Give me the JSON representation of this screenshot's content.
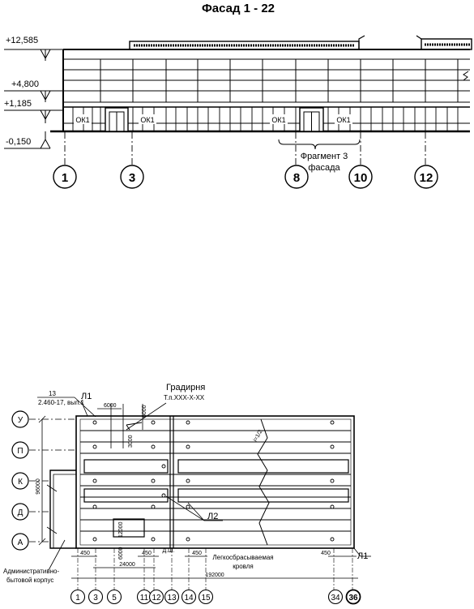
{
  "facade": {
    "title": "Фасад 1 - 22",
    "levels": [
      "+12,585",
      "+4,800",
      "+1,185",
      "-0,150"
    ],
    "window_tag": "ОК1",
    "fragment_label_line1": "Фрагмент 3",
    "fragment_label_line2": "фасада",
    "axes": [
      "1",
      "3",
      "8",
      "10",
      "12"
    ]
  },
  "plan": {
    "note_13": "13",
    "note_doc": "2.460-17, вып.1",
    "l1_top": "Л1",
    "tower_title": "Градирня",
    "tower_code": "Т.п.ХХХ-Х-ХХ",
    "dim_6000_a": "6000",
    "dim_6000_b": "6000",
    "dim_3000": "3000",
    "dim_96000": "96000",
    "dim_12000": "12000",
    "dim_6000_c": "6000",
    "dim_450_a": "450",
    "dim_450_b": "450",
    "dim_450_c": "450",
    "dim_450_d": "450",
    "dim_24000": "24000",
    "dim_192000": "192000",
    "dsh": "Д.Ш.",
    "slope": "i=1/2",
    "l2": "Л2",
    "l1_right": "Л1",
    "roof_line1": "Легкосбрасываемая",
    "roof_line2": "кровля",
    "admin_line1": "Административно-",
    "admin_line2": "бытовой корпус",
    "row_axes": [
      "У",
      "П",
      "К",
      "Д",
      "А"
    ],
    "col_axes": [
      "1",
      "3",
      "5",
      "11",
      "12",
      "13",
      "14",
      "15",
      "34",
      "36"
    ]
  }
}
